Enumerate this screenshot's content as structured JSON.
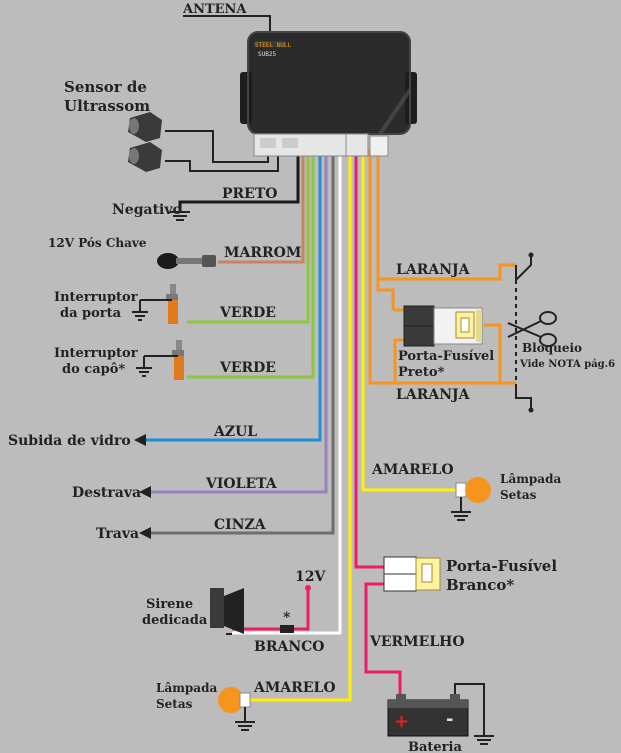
{
  "module": {
    "brand": "STEEL BULL",
    "model": "SUB25"
  },
  "labels": {
    "antena": "ANTENA",
    "sensor_line1": "Sensor de",
    "sensor_line2": "Ultrassom",
    "preto": "PRETO",
    "negativo": "Negativo",
    "pos_chave": "12V Pós Chave",
    "marrom": "MARROM",
    "int_porta_1": "Interruptor",
    "int_porta_2": "da porta",
    "verde1": "VERDE",
    "int_capo_1": "Interruptor",
    "int_capo_2": "do capô*",
    "verde2": "VERDE",
    "azul": "AZUL",
    "subida_vidro": "Subida de vidro",
    "violeta": "VIOLETA",
    "destrava": "Destrava",
    "cinza": "CINZA",
    "trava": "Trava",
    "laranja1": "LARANJA",
    "laranja2": "LARANJA",
    "pf_preto_1": "Porta-Fusível",
    "pf_preto_2": "Preto*",
    "bloqueio": "Bloqueio",
    "vide_nota": "Vide NOTA pág.6",
    "amarelo1": "AMARELO",
    "lampada_r_1": "Lâmpada",
    "lampada_r_2": "Setas",
    "pf_branco_1": "Porta-Fusível",
    "pf_branco_2": "Branco*",
    "volt12": "12V",
    "asterisk": "*",
    "sirene_1": "Sirene",
    "sirene_2": "dedicada",
    "branco": "BRANCO",
    "vermelho": "VERMELHO",
    "lampada_l_1": "Lâmpada",
    "lampada_l_2": "Setas",
    "amarelo2": "AMARELO",
    "bateria": "Bateria"
  },
  "colors": {
    "background": "#bcbcbc",
    "module": "#2b2b2b",
    "preto": "#1a1a1a",
    "marrom": "#c8845a",
    "verde": "#8dc63f",
    "azul": "#1b8fd8",
    "violeta": "#9b7fbf",
    "cinza": "#6e6e6e",
    "laranja": "#f7941d",
    "amarelo": "#fff200",
    "vermelho": "#ed1c6a",
    "branco": "#ffffff",
    "lamp": "#f7941d"
  }
}
